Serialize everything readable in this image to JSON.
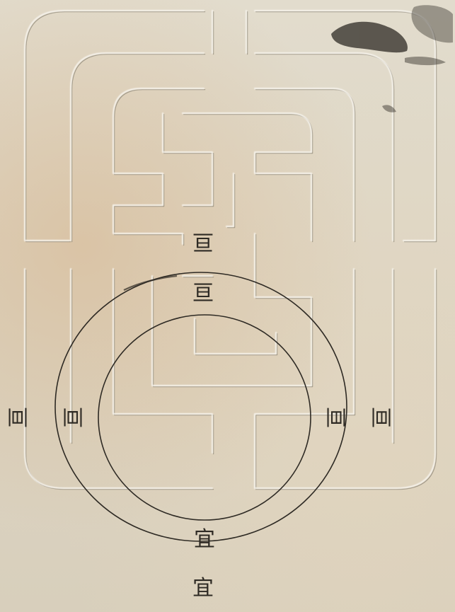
{
  "labels": {
    "inner_top": "亘",
    "ring_top": "亘",
    "inner_left": "亘",
    "outer_left": "亘",
    "inner_right": "亘",
    "outer_right": "亘",
    "ring_bottom": "宜",
    "outer_bottom": "宜"
  },
  "colors": {
    "paper": "#ddd5c4",
    "ink": "#2e2a24",
    "groove_light": "#f4f1ea",
    "groove_shadow": "#8d8676",
    "stain": "#3a362f"
  },
  "icons": [
    "seal-maze-pattern",
    "double-circle"
  ]
}
